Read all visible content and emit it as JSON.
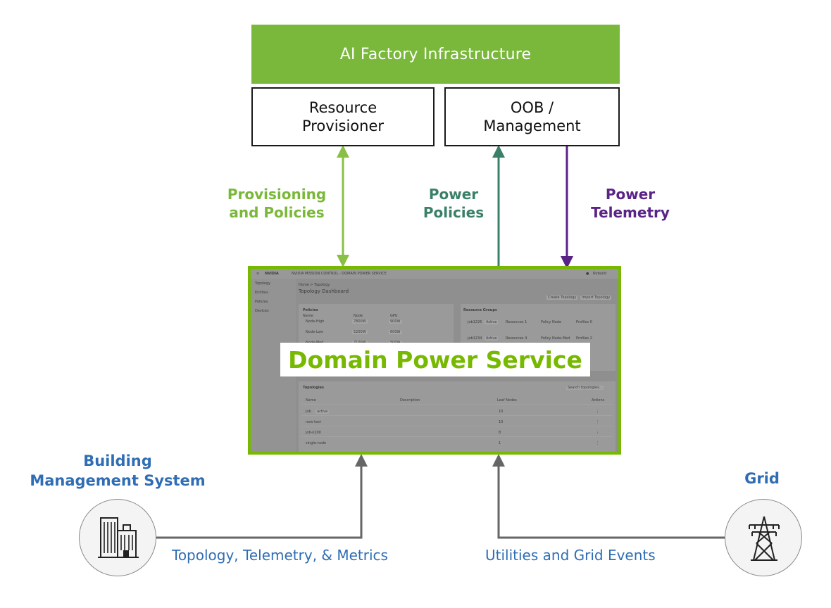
{
  "top": {
    "title": "AI Factory Infrastructure"
  },
  "boxes": {
    "resource_provisioner": [
      "Resource",
      "Provisioner"
    ],
    "oob_management": [
      "OOB /",
      "Management"
    ]
  },
  "flows": {
    "provisioning": [
      "Provisioning",
      "and Policies"
    ],
    "power_policies": [
      "Power",
      "Policies"
    ],
    "power_telemetry": [
      "Power",
      "Telemetry"
    ],
    "topology_metrics": "Topology, Telemetry, & Metrics",
    "grid_events": "Utilities and Grid Events"
  },
  "nodes": {
    "bms": [
      "Building",
      "Management System"
    ],
    "grid": "Grid"
  },
  "service": {
    "title": "Domain Power Service"
  },
  "screenshot": {
    "app_title": "NVIDIA MISSION CONTROL - DOMAIN POWER SERVICE",
    "brand": "NVIDIA",
    "user": "Nvbuild",
    "breadcrumb": "Home > Topology",
    "page_title": "Topology Dashboard",
    "nav": [
      "Topology",
      "Entities",
      "Policies",
      "Devices"
    ],
    "buttons": {
      "create": "Create Topology",
      "import": "Import Topology"
    },
    "policies": {
      "title": "Policies",
      "headers": [
        "Name",
        "Node",
        "GPU"
      ],
      "rows": [
        [
          "Node-High",
          "7800W",
          "900W"
        ],
        [
          "Node-Low",
          "5200W",
          "600W"
        ],
        [
          "Node-Med",
          "7100W",
          "500W"
        ]
      ]
    },
    "resource_groups": {
      "title": "Resource Groups",
      "rows": [
        {
          "name": "job1226",
          "status": "Active",
          "resources": "Resources 1",
          "policy": "Policy Node",
          "profiles": "Profiles 0"
        },
        {
          "name": "job1234",
          "status": "Active",
          "resources": "Resources 4",
          "policy": "Policy Node-Med",
          "profiles": "Profiles 2"
        }
      ]
    },
    "topologies": {
      "title": "Topologies",
      "search_placeholder": "Search topologies...",
      "headers": [
        "Name",
        "Description",
        "Leaf Nodes",
        "Actions"
      ],
      "rows": [
        {
          "name": "job",
          "badge": "active",
          "leaf": "10"
        },
        {
          "name": "new-test",
          "badge": "",
          "leaf": "10"
        },
        {
          "name": "job-k200",
          "badge": "",
          "leaf": "8"
        },
        {
          "name": "single-node",
          "badge": "",
          "leaf": "1"
        }
      ]
    }
  },
  "colors": {
    "green": "#76b900",
    "teal": "#3a8068",
    "purple": "#5a2386",
    "blue": "#2f6db4",
    "gray_arrow": "#666666"
  },
  "icons": [
    "building-icon",
    "power-tower-icon"
  ]
}
